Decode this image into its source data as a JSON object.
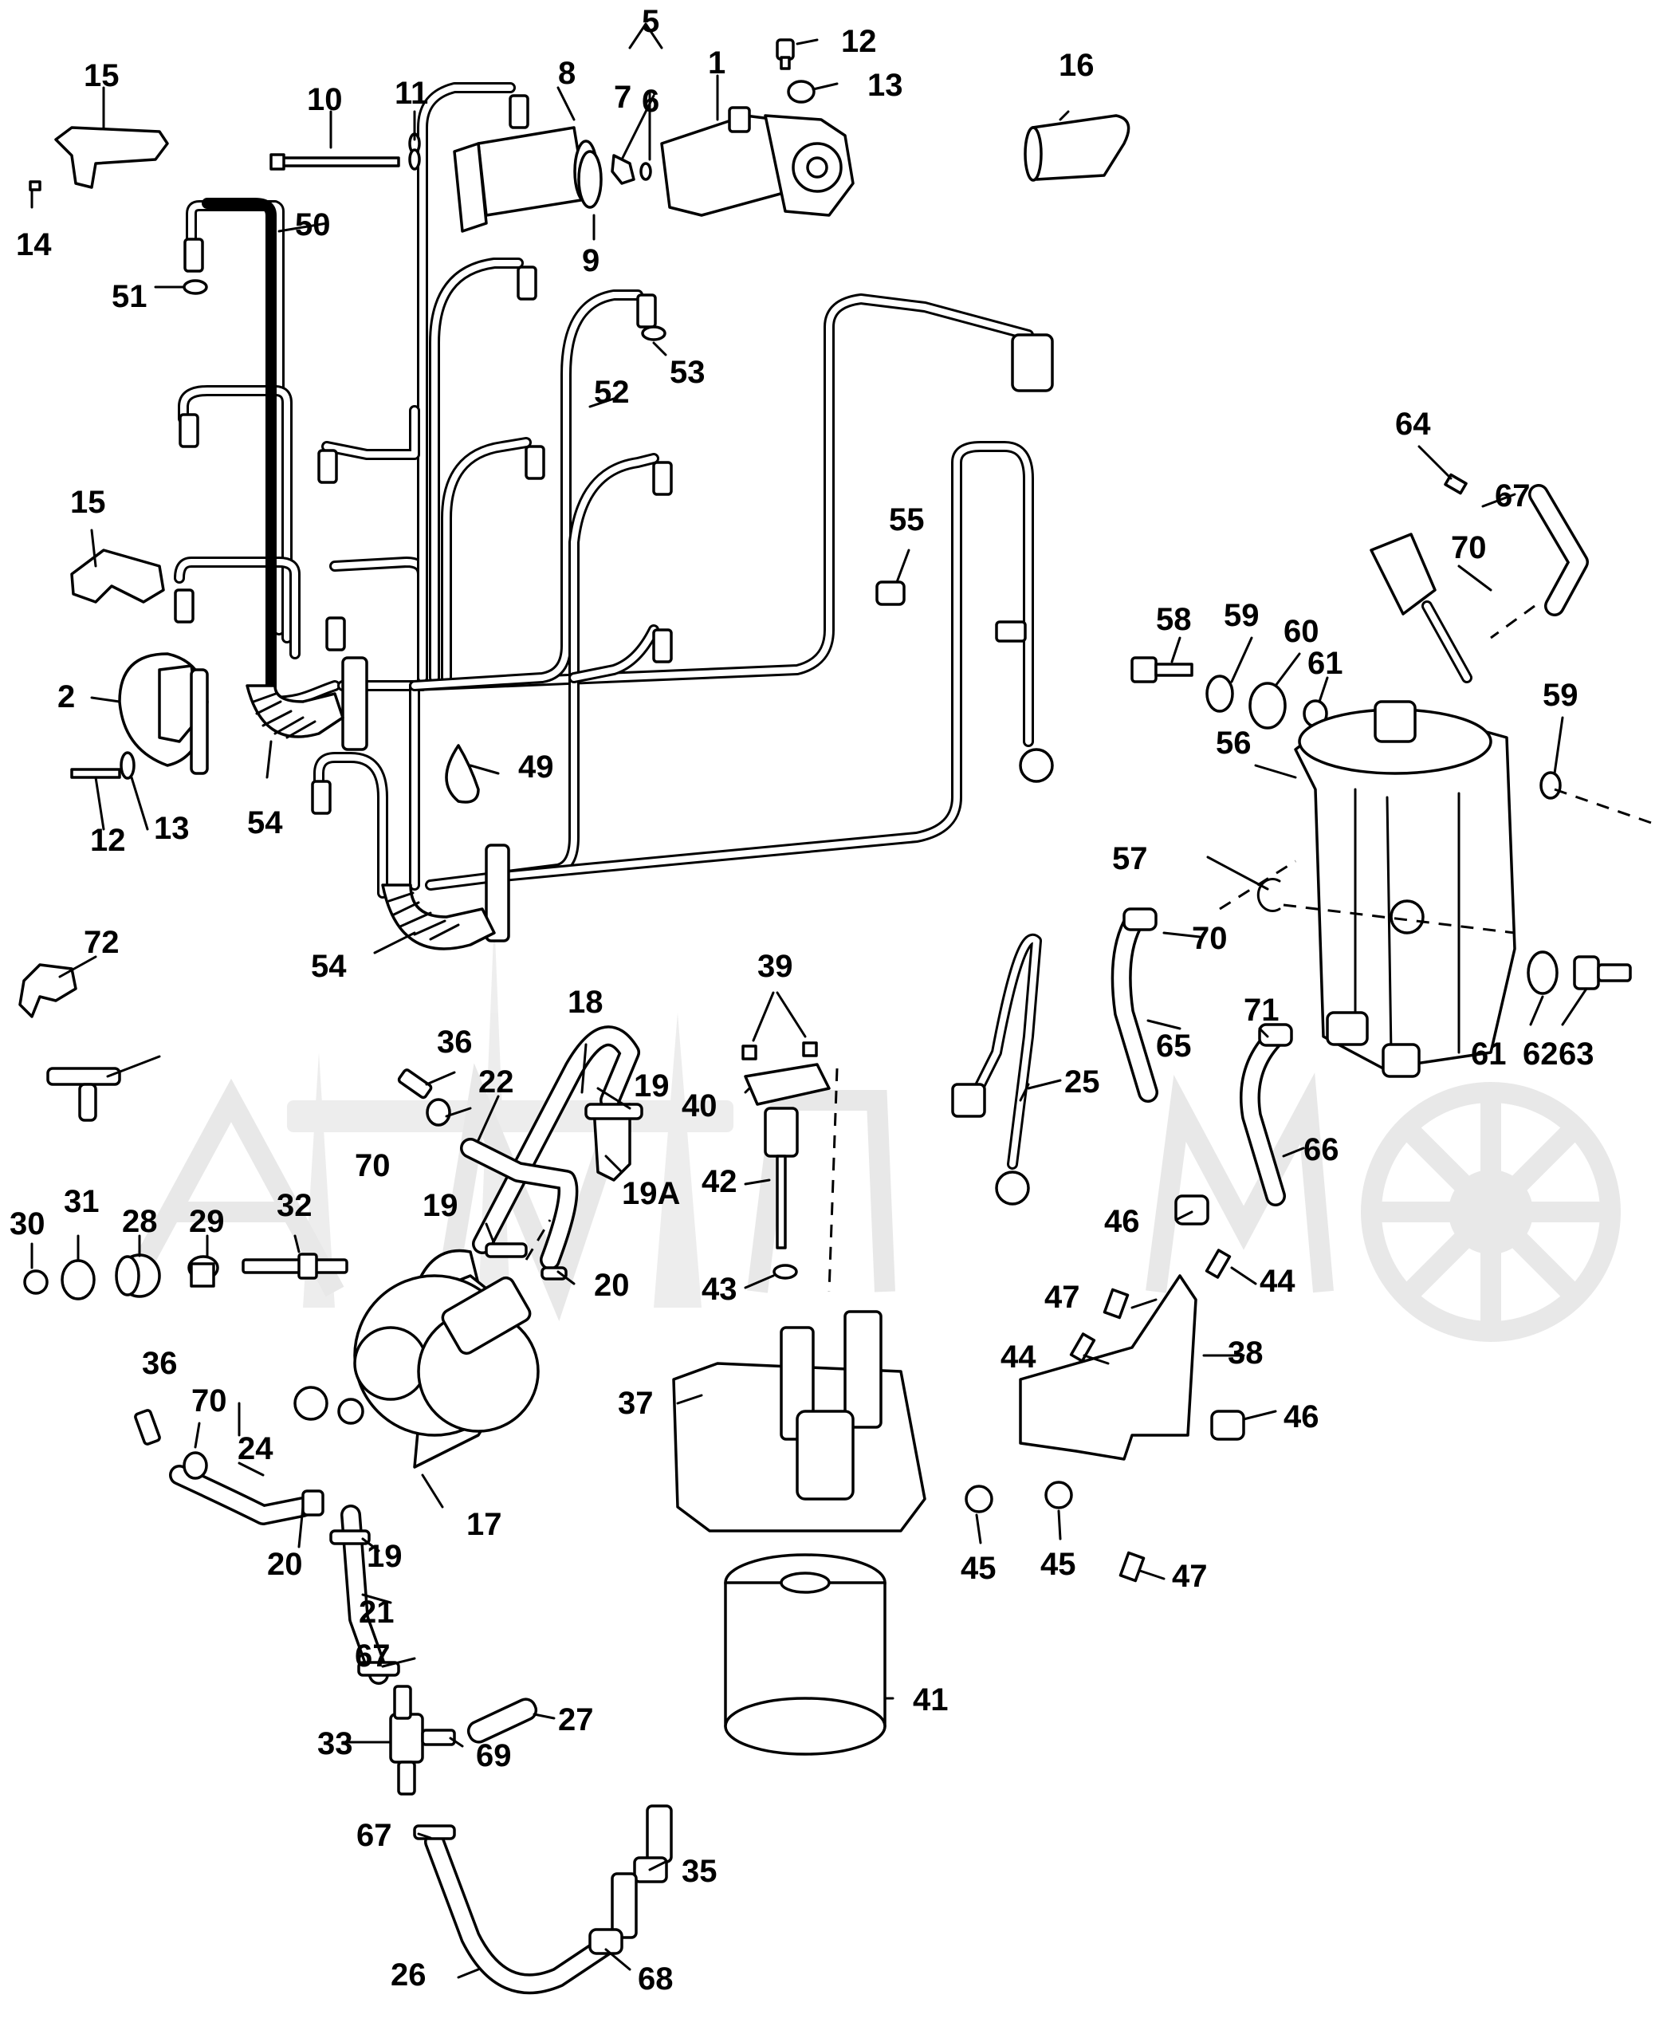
{
  "diagram": {
    "labels": [
      {
        "id": "l1",
        "text": "1"
      },
      {
        "id": "l2",
        "text": "2"
      },
      {
        "id": "l5",
        "text": "5"
      },
      {
        "id": "l6",
        "text": "6"
      },
      {
        "id": "l7",
        "text": "7"
      },
      {
        "id": "l8",
        "text": "8"
      },
      {
        "id": "l9",
        "text": "9"
      },
      {
        "id": "l10",
        "text": "10"
      },
      {
        "id": "l11",
        "text": "11"
      },
      {
        "id": "l12a",
        "text": "12"
      },
      {
        "id": "l12b",
        "text": "12"
      },
      {
        "id": "l13a",
        "text": "13"
      },
      {
        "id": "l13b",
        "text": "13"
      },
      {
        "id": "l14",
        "text": "14"
      },
      {
        "id": "l15a",
        "text": "15"
      },
      {
        "id": "l15b",
        "text": "15"
      },
      {
        "id": "l16",
        "text": "16"
      },
      {
        "id": "l17",
        "text": "17"
      },
      {
        "id": "l18",
        "text": "18"
      },
      {
        "id": "l19a",
        "text": "19"
      },
      {
        "id": "l19b",
        "text": "19"
      },
      {
        "id": "l19c",
        "text": "19"
      },
      {
        "id": "l19A",
        "text": "19A"
      },
      {
        "id": "l20a",
        "text": "20"
      },
      {
        "id": "l20b",
        "text": "20"
      },
      {
        "id": "l21",
        "text": "21"
      },
      {
        "id": "l22",
        "text": "22"
      },
      {
        "id": "l24",
        "text": "24"
      },
      {
        "id": "l25",
        "text": "25"
      },
      {
        "id": "l26",
        "text": "26"
      },
      {
        "id": "l27",
        "text": "27"
      },
      {
        "id": "l28",
        "text": "28"
      },
      {
        "id": "l29",
        "text": "29"
      },
      {
        "id": "l30",
        "text": "30"
      },
      {
        "id": "l31",
        "text": "31"
      },
      {
        "id": "l32",
        "text": "32"
      },
      {
        "id": "l33",
        "text": "33"
      },
      {
        "id": "l35",
        "text": "35"
      },
      {
        "id": "l36a",
        "text": "36"
      },
      {
        "id": "l36b",
        "text": "36"
      },
      {
        "id": "l37",
        "text": "37"
      },
      {
        "id": "l38",
        "text": "38"
      },
      {
        "id": "l39",
        "text": "39"
      },
      {
        "id": "l40",
        "text": "40"
      },
      {
        "id": "l41",
        "text": "41"
      },
      {
        "id": "l42",
        "text": "42"
      },
      {
        "id": "l43",
        "text": "43"
      },
      {
        "id": "l44a",
        "text": "44"
      },
      {
        "id": "l44b",
        "text": "44"
      },
      {
        "id": "l45a",
        "text": "45"
      },
      {
        "id": "l45b",
        "text": "45"
      },
      {
        "id": "l46a",
        "text": "46"
      },
      {
        "id": "l46b",
        "text": "46"
      },
      {
        "id": "l47a",
        "text": "47"
      },
      {
        "id": "l47b",
        "text": "47"
      },
      {
        "id": "l49",
        "text": "49"
      },
      {
        "id": "l50",
        "text": "50"
      },
      {
        "id": "l51",
        "text": "51"
      },
      {
        "id": "l52",
        "text": "52"
      },
      {
        "id": "l53",
        "text": "53"
      },
      {
        "id": "l54a",
        "text": "54"
      },
      {
        "id": "l54b",
        "text": "54"
      },
      {
        "id": "l55",
        "text": "55"
      },
      {
        "id": "l56",
        "text": "56"
      },
      {
        "id": "l57",
        "text": "57"
      },
      {
        "id": "l58",
        "text": "58"
      },
      {
        "id": "l59a",
        "text": "59"
      },
      {
        "id": "l59b",
        "text": "59"
      },
      {
        "id": "l60",
        "text": "60"
      },
      {
        "id": "l61a",
        "text": "61"
      },
      {
        "id": "l61b",
        "text": "61"
      },
      {
        "id": "l62",
        "text": "62"
      },
      {
        "id": "l63",
        "text": "63"
      },
      {
        "id": "l64",
        "text": "64"
      },
      {
        "id": "l65",
        "text": "65"
      },
      {
        "id": "l66",
        "text": "66"
      },
      {
        "id": "l67a",
        "text": "67"
      },
      {
        "id": "l67b",
        "text": "67"
      },
      {
        "id": "l67c",
        "text": "67"
      },
      {
        "id": "l68",
        "text": "68"
      },
      {
        "id": "l69",
        "text": "69"
      },
      {
        "id": "l70a",
        "text": "70"
      },
      {
        "id": "l70b",
        "text": "70"
      },
      {
        "id": "l70c",
        "text": "70"
      },
      {
        "id": "l70d",
        "text": "70"
      },
      {
        "id": "l71",
        "text": "71"
      },
      {
        "id": "l72",
        "text": "72"
      }
    ]
  }
}
